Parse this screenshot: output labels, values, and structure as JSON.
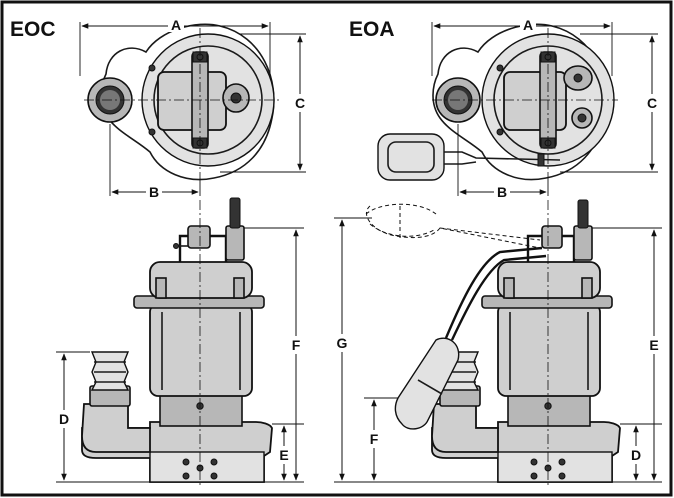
{
  "views": {
    "left": {
      "title": "EOC"
    },
    "right": {
      "title": "EOA"
    }
  },
  "dimensions": {
    "eoc": {
      "a": "A",
      "b": "B",
      "c": "C",
      "d": "D",
      "e": "E",
      "f": "F"
    },
    "eoa": {
      "a": "A",
      "b": "B",
      "c": "C",
      "d": "D",
      "e": "E",
      "f": "F",
      "g": "G"
    }
  },
  "colors": {
    "ink": "#111111",
    "body": "#cfcfcf",
    "background": "#ffffff"
  }
}
